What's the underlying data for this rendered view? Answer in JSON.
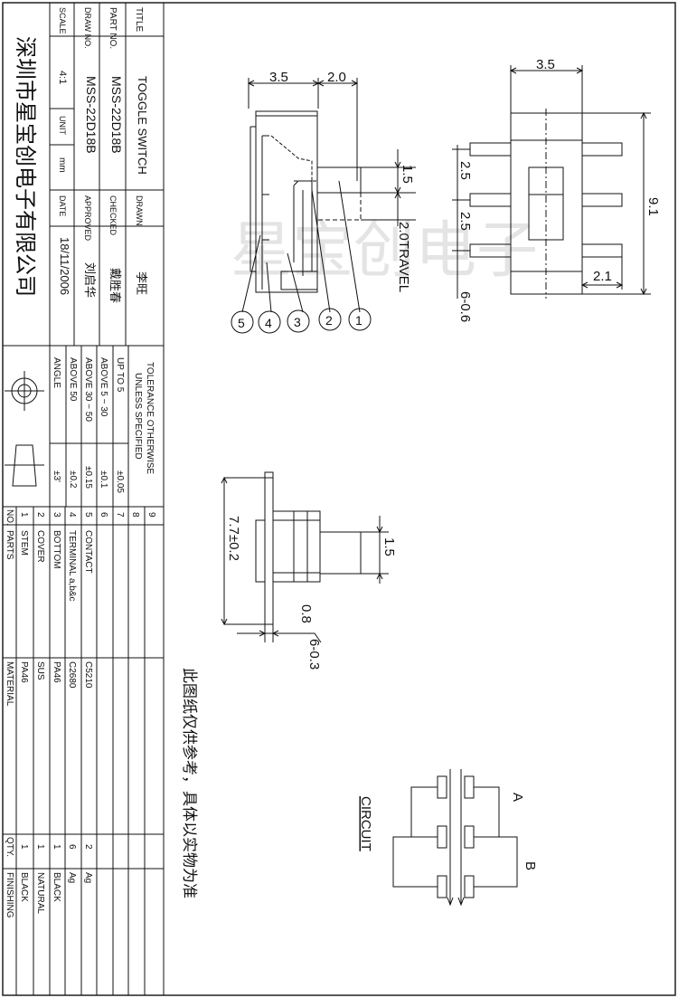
{
  "title_block": {
    "title_label": "TITLE",
    "title_value": "TOGGLE  SWITCH",
    "part_no_label": "PART  NO.",
    "part_no_value": "MSS-22D18B",
    "draw_no_label": "DRAW  NO.",
    "draw_no_value": "MSS-22D18B",
    "scale_label": "SCALE",
    "scale_value": "4:1",
    "unit_label": "UNIT",
    "unit_value": "mm",
    "date_label": "DATE",
    "date_value": "18/11/2006",
    "drawn_label": "DRAWN",
    "drawn_value": "李旺",
    "checked_label": "CHECKED",
    "checked_value": "戴胜春",
    "approved_label": "APPROVED",
    "approved_value": "刘启华",
    "company": "深圳市星宝创电子有限公司"
  },
  "tolerance": {
    "header_line1": "TOLERANCE  OTHERWISE",
    "header_line2": "UNLESS  SPECIFIED",
    "rows": [
      {
        "range": "UP  TO  5",
        "value": "±0.05"
      },
      {
        "range": "ABOVE  5 ~ 30",
        "value": "±0.1"
      },
      {
        "range": "ABOVE  30 ~ 50",
        "value": "±0.15"
      },
      {
        "range": "ABOVE  50",
        "value": "±0.2"
      },
      {
        "range": "ANGLE",
        "value": "±3'"
      }
    ]
  },
  "parts_table": {
    "headers": {
      "no": "NO.",
      "parts": "PARTS",
      "material": "MATERIAL",
      "qty": "QTY.",
      "finishing": "FINISHING"
    },
    "rows": [
      {
        "no": "9",
        "parts": "",
        "material": "",
        "qty": "",
        "finishing": ""
      },
      {
        "no": "8",
        "parts": "",
        "material": "",
        "qty": "",
        "finishing": ""
      },
      {
        "no": "7",
        "parts": "",
        "material": "",
        "qty": "",
        "finishing": ""
      },
      {
        "no": "6",
        "parts": "",
        "material": "",
        "qty": "",
        "finishing": ""
      },
      {
        "no": "5",
        "parts": "CONTACT",
        "material": "C5210",
        "qty": "2",
        "finishing": "Ag"
      },
      {
        "no": "4",
        "parts": "TERMINAL  a,b&c",
        "material": "C2680",
        "qty": "6",
        "finishing": "Ag"
      },
      {
        "no": "3",
        "parts": "BOTTOM",
        "material": "PA46",
        "qty": "1",
        "finishing": "BLACK"
      },
      {
        "no": "2",
        "parts": "COVER",
        "material": "SUS",
        "qty": "1",
        "finishing": "NATURAL"
      },
      {
        "no": "1",
        "parts": "STEM",
        "material": "PA46",
        "qty": "1",
        "finishing": "BLACK"
      }
    ]
  },
  "dimensions": {
    "top_view_width": "3.5",
    "top_view_height": "9.1",
    "top_view_pitch_a": "2.5",
    "top_view_pitch_b": "2.5",
    "top_view_pin_len": "2.1",
    "top_view_pin_dia": "6-0.6",
    "side_view_body": "3.5",
    "side_view_stem": "2.0",
    "side_view_stem_w": "1.5",
    "side_view_travel": "2.0TRAVEL",
    "front_view_height": "7.7±0.2",
    "front_view_stem_w": "1.5",
    "front_view_thick": "0.8",
    "front_view_pin": "6-0.3"
  },
  "callouts": [
    "1",
    "2",
    "3",
    "4",
    "5"
  ],
  "note": "此图纸仅供参考，具体以实物为准",
  "circuit": {
    "label": "CIRCUIT",
    "pole_a": "A",
    "pole_b": "B"
  },
  "watermark": "星宝创电子"
}
